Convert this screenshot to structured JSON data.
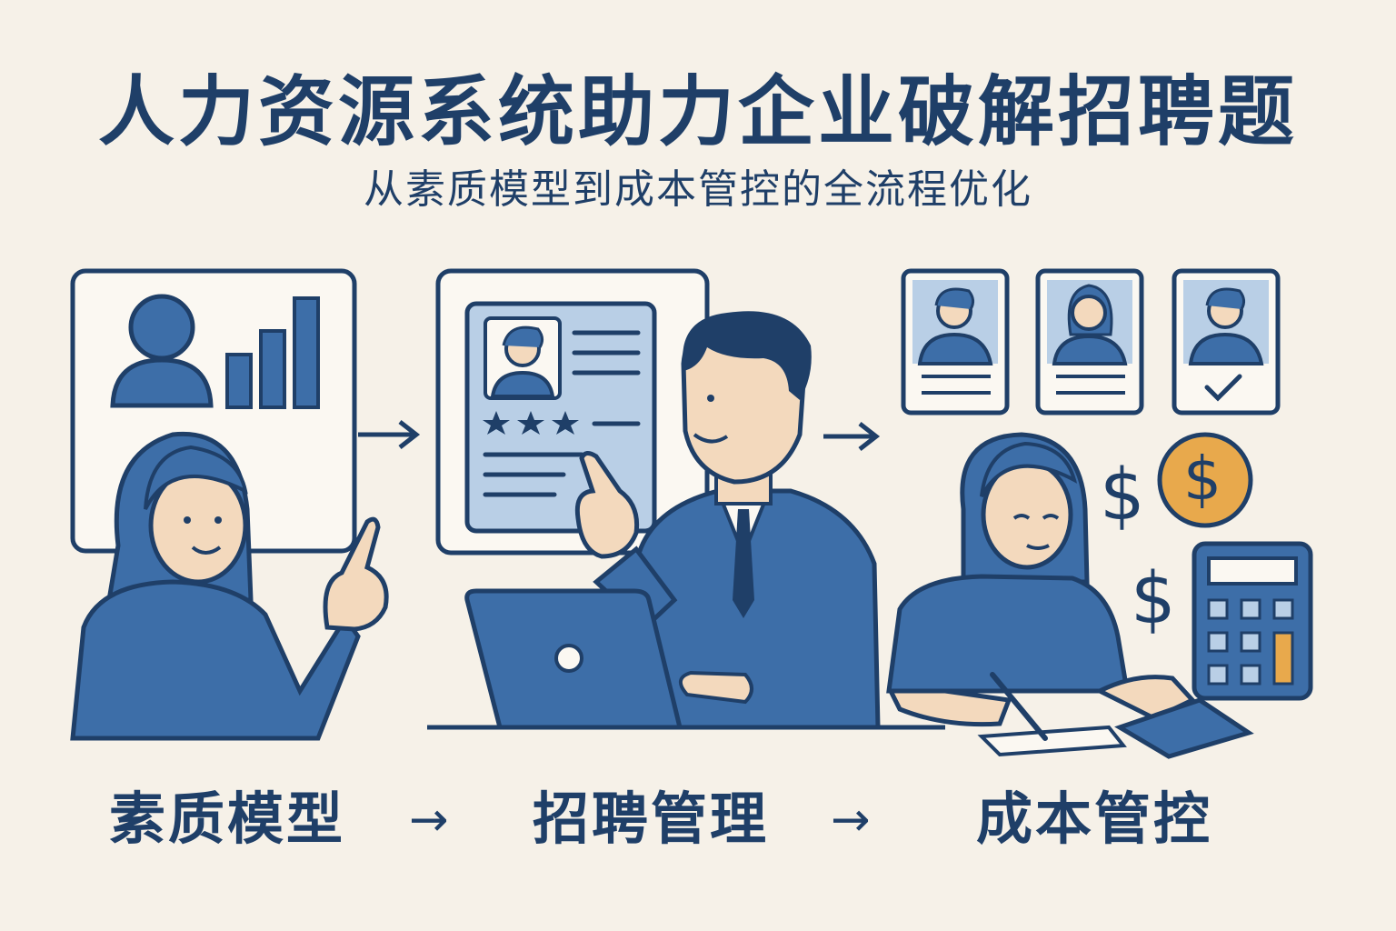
{
  "header": {
    "title": "人力资源系统助力企业破解招聘题",
    "subtitle": "从素质模型到成本管控的全流程优化"
  },
  "flow": {
    "steps": [
      {
        "label": "素质模型"
      },
      {
        "label": "招聘管理"
      },
      {
        "label": "成本管控"
      }
    ],
    "arrow_symbol": "→"
  },
  "illustration": {
    "currency_symbol": "$",
    "icons": [
      "profile-chart-icon",
      "resume-card-icon",
      "candidate-card-icon",
      "checkmark-icon",
      "coin-icon",
      "calculator-icon",
      "laptop-icon"
    ]
  },
  "colors": {
    "navy": "#1f3f68",
    "blue": "#3d6ea8",
    "light_blue": "#b9cfe6",
    "skin": "#f3d9bd",
    "gold": "#e8a94c",
    "background": "#f6f1e8"
  }
}
